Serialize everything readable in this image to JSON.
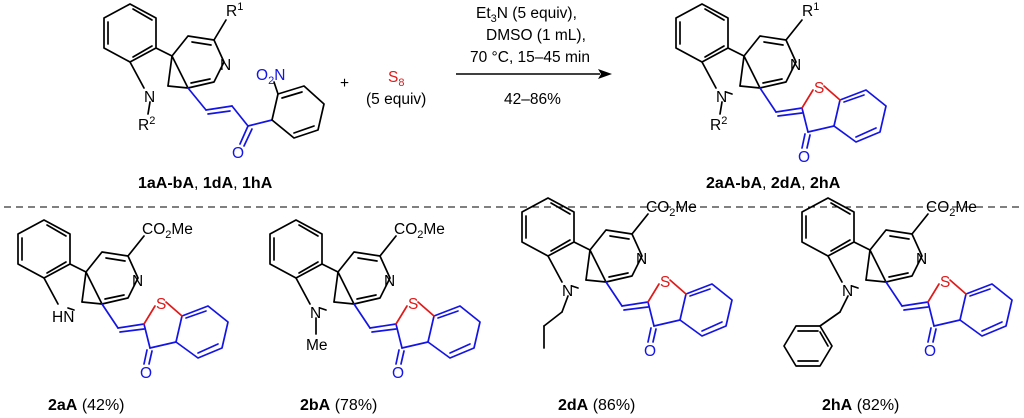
{
  "colors": {
    "black": "#000000",
    "blue": "#1414e6",
    "red": "#e01919"
  },
  "scheme": {
    "reactant_label_parts": [
      "1aA-bA",
      ", ",
      "1dA",
      ", ",
      "1hA"
    ],
    "product_label_parts": [
      "2aA-bA",
      ", ",
      "2dA",
      ", ",
      "2hA"
    ],
    "plus": "+",
    "reagent": "S",
    "reagent_sub": "8",
    "reagent_equiv": "(5 equiv)",
    "cond_base": "Et",
    "cond_base_sub": "3",
    "cond_base_rest": "N (5 equiv),",
    "cond_solvent": "DMSO (1 mL),",
    "cond_temp": "70 °C, 15–45 min",
    "cond_yield": "42–86%",
    "atom_R1": "R",
    "atom_R1_sup": "1",
    "atom_R2": "R",
    "atom_R2_sup": "2",
    "atom_N": "N",
    "atom_O": "O",
    "atom_S": "S",
    "nitro_O": "O",
    "nitro_sub": "2",
    "nitro_N": "N"
  },
  "products": [
    {
      "id": "2aA",
      "yield": "(42%)",
      "n_sub": "H",
      "ester": "CO",
      "ester_sub": "2",
      "ester_rest": "Me"
    },
    {
      "id": "2bA",
      "yield": "(78%)",
      "n_sub": "Me",
      "ester": "CO",
      "ester_sub": "2",
      "ester_rest": "Me"
    },
    {
      "id": "2dA",
      "yield": "(86%)",
      "n_sub": "",
      "ester": "CO",
      "ester_sub": "2",
      "ester_rest": "Me"
    },
    {
      "id": "2hA",
      "yield": "(82%)",
      "n_sub": "",
      "ester": "CO",
      "ester_sub": "2",
      "ester_rest": "Me"
    }
  ]
}
